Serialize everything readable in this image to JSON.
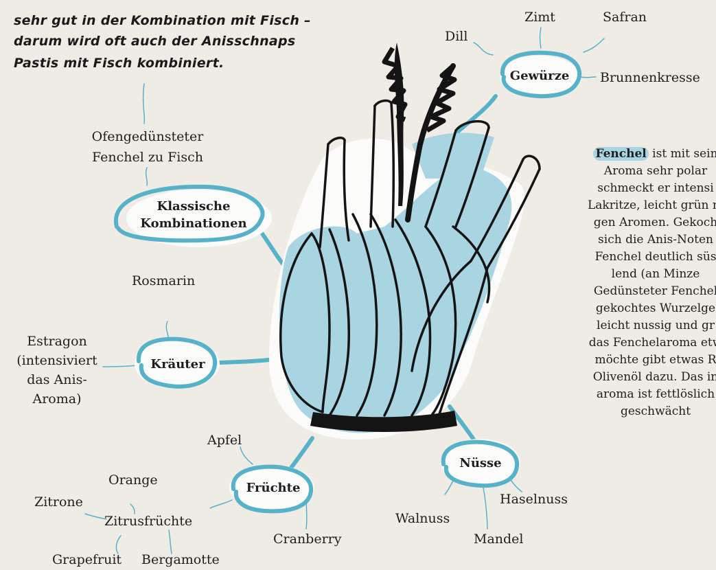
{
  "note_lines": [
    "sehr gut in der Kombination mit Fisch –",
    "darum wird oft auch der Anisschnaps",
    "Pastis mit Fisch kombiniert."
  ],
  "classic": {
    "title_line1": "Klassische",
    "title_line2": "Kombinationen",
    "item_line1": "Ofengedünsteter",
    "item_line2": "Fenchel zu Fisch"
  },
  "spices": {
    "title": "Gewürze",
    "items": [
      "Dill",
      "Zimt",
      "Safran",
      "Brunnenkresse"
    ]
  },
  "herbs": {
    "title": "Kräuter",
    "rosmarin": "Rosmarin",
    "estragon_lines": [
      "Estragon",
      "(intensiviert",
      "das Anis-",
      "Aroma)"
    ]
  },
  "fruits": {
    "title": "Früchte",
    "apfel": "Apfel",
    "cranberry": "Cranberry",
    "zitrus": "Zitrusfrüchte",
    "orange": "Orange",
    "zitrone": "Zitrone",
    "grapefruit": "Grapefruit",
    "bergamotte": "Bergamotte"
  },
  "nuts": {
    "title": "Nüsse",
    "walnuss": "Walnuss",
    "mandel": "Mandel",
    "haselnuss": "Haselnuss"
  },
  "description": {
    "highlight": "Fenchel",
    "first_rest": " ist mit sein",
    "lines": [
      "Aroma sehr polar",
      "schmeckt er intensi",
      "Lakritze, leicht grün m",
      "gen Aromen. Gekoch",
      "sich die Anis-Noten",
      "Fenchel deutlich süs",
      "lend (an Minze",
      "Gedünsteter Fenchel",
      "gekochtes Wurzelge",
      "leicht nussig und gr",
      "das Fenchelaroma etw",
      "möchte gibt etwas R",
      "Olivenöl dazu. Das in",
      "aroma ist fettlöslich",
      "geschwächt"
    ]
  },
  "colors": {
    "background": "#efebe5",
    "accent_blue": "#55b2c9",
    "fennel_fill": "#a9d4e1",
    "ink": "#1e1e1e"
  }
}
